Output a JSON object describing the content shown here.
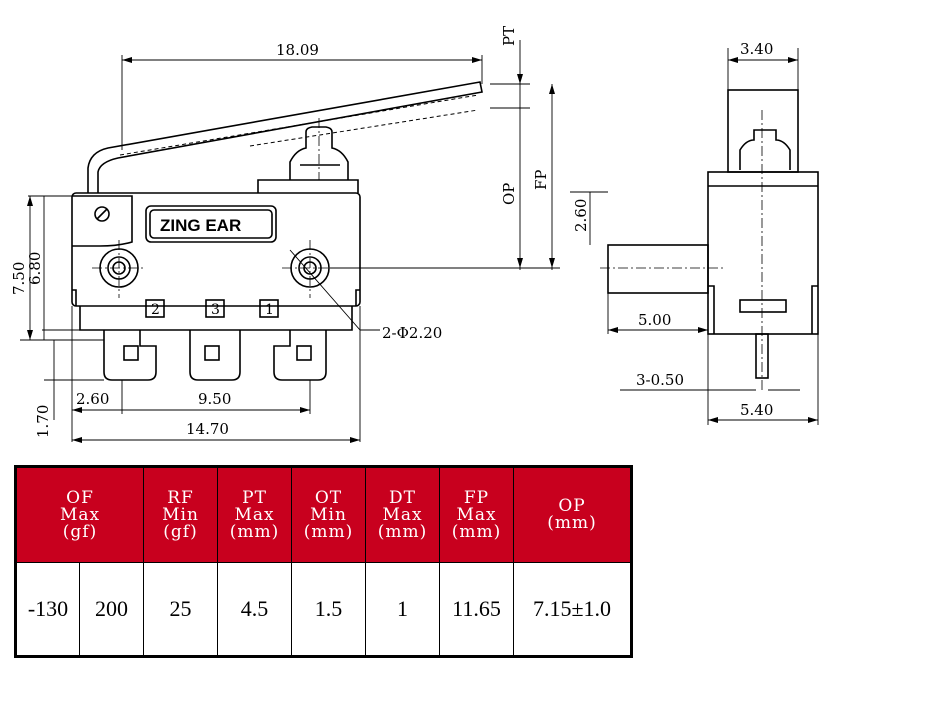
{
  "dimensions": {
    "overall_length": "18.09",
    "pt_label": "PT",
    "op_label": "OP",
    "fp_label": "FP",
    "height_total": "7.50",
    "height_body": "6.80",
    "terminal_offset": "1.70",
    "left_pin_offset": "2.60",
    "pin_pitch": "9.50",
    "body_length": "14.70",
    "hole_callout": "2-Φ2.20",
    "side_top_width": "3.40",
    "side_shaft_height": "2.60",
    "side_shaft_length": "5.00",
    "side_terminal": "3-0.50",
    "side_width": "5.40"
  },
  "brand": "ZING EAR",
  "pins": [
    "2",
    "3",
    "1"
  ],
  "table": {
    "headers": [
      [
        "OF",
        "Max",
        "(gf)"
      ],
      [
        "RF",
        "Min",
        "(gf)"
      ],
      [
        "PT",
        "Max",
        "(mm)"
      ],
      [
        "OT",
        "Min",
        "(mm)"
      ],
      [
        "DT",
        "Max",
        "(mm)"
      ],
      [
        "FP",
        "Max",
        "(mm)"
      ],
      [
        "OP",
        "(mm)"
      ]
    ],
    "values": [
      "-130",
      "200",
      "25",
      "4.5",
      "1.5",
      "1",
      "11.65",
      "7.15±1.0"
    ]
  },
  "colors": {
    "header_bg": "#c8001e",
    "header_text": "#ffffff",
    "line": "#000000"
  }
}
